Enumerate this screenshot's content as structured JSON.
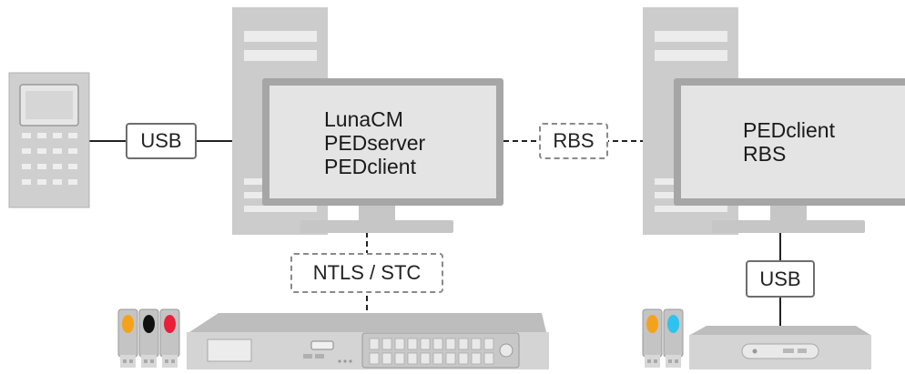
{
  "connections": {
    "usb_left": "USB",
    "rbs_link": "RBS",
    "ntls_link": "NTLS / STC",
    "usb_right": "USB"
  },
  "left_workstation": {
    "apps": [
      "LunaCM",
      "PEDserver",
      "PEDclient"
    ]
  },
  "right_workstation": {
    "apps": [
      "PEDclient",
      "RBS"
    ]
  },
  "colors": {
    "device_light": "#e6e6e6",
    "device_mid": "#c8c8c8",
    "device_dark": "#a9a9a9",
    "outline": "#9a9a9a",
    "token_orange": "#f5a21b",
    "token_black": "#111111",
    "token_red": "#e8203a",
    "token_cyan": "#2cc3ef"
  }
}
